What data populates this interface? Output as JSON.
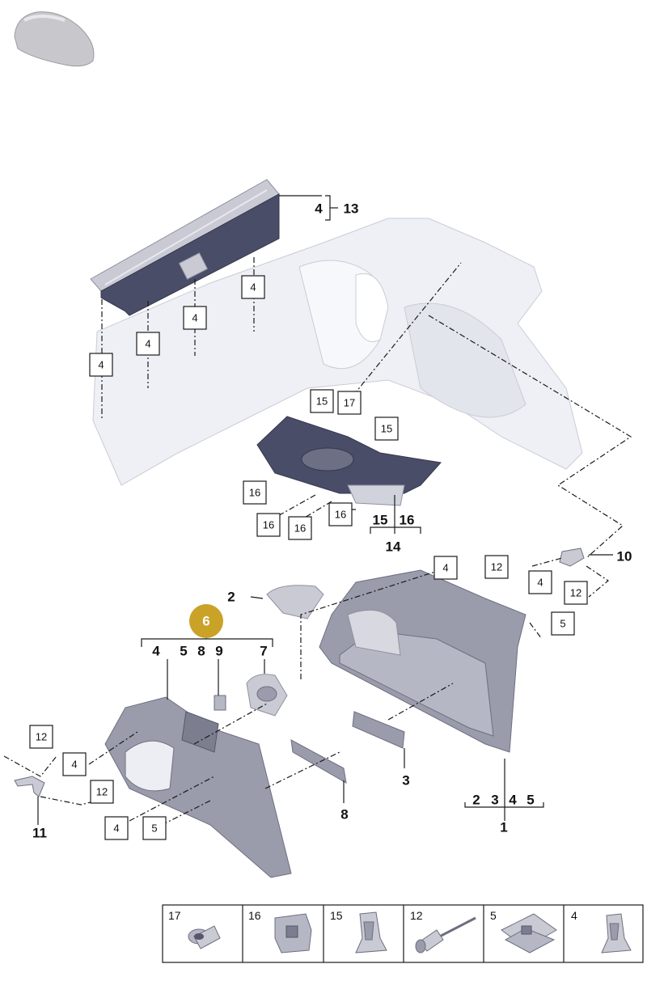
{
  "highlight": {
    "label": "6",
    "color": "#c9a227"
  },
  "callouts": [
    "4",
    "4",
    "4",
    "4",
    "15",
    "17",
    "15",
    "16",
    "16",
    "16",
    "16",
    "4",
    "12",
    "4",
    "12",
    "5",
    "12",
    "4",
    "12",
    "4",
    "5"
  ],
  "numbers": [
    "13",
    "4",
    "14",
    "15",
    "16",
    "10",
    "2",
    "4",
    "5",
    "8",
    "9",
    "7",
    "3",
    "2",
    "3",
    "4",
    "5",
    "1",
    "8",
    "11"
  ],
  "legend": [
    {
      "label": "17",
      "part": "grommet"
    },
    {
      "label": "16",
      "part": "clip"
    },
    {
      "label": "15",
      "part": "spring-clip"
    },
    {
      "label": "12",
      "part": "rivet"
    },
    {
      "label": "5",
      "part": "clip-nut"
    },
    {
      "label": "4",
      "part": "spring-clip"
    }
  ],
  "colors": {
    "shell": "#eef0f5",
    "trim_dark": "#4a4d68",
    "trim_grey": "#9a9cac",
    "highlight": "#c9a227"
  }
}
